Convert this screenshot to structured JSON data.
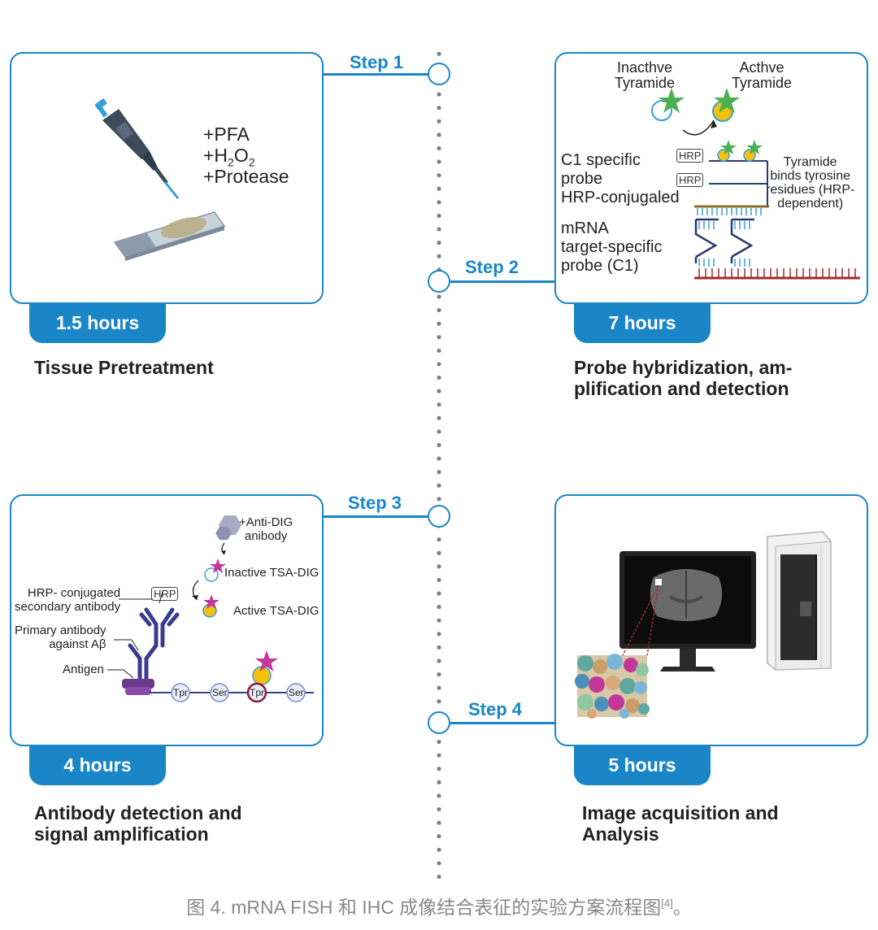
{
  "steps": [
    {
      "label": "Step 1",
      "duration": "1.5 hours",
      "title": "Tissue Pretreatment"
    },
    {
      "label": "Step 2",
      "duration": "7 hours",
      "title_line1": "Probe hybridization, am-",
      "title_line2": "plification and detection"
    },
    {
      "label": "Step 3",
      "duration": "4 hours",
      "title_line1": "Antibody detection and",
      "title_line2": "signal amplification"
    },
    {
      "label": "Step 4",
      "duration": "5 hours",
      "title_line1": "Image acquisition and",
      "title_line2": "Analysis"
    }
  ],
  "panel1": {
    "reagent1": "+PFA",
    "reagent2_pre": "+H",
    "reagent2_sub1": "2",
    "reagent2_mid": "O",
    "reagent2_sub2": "2",
    "reagent3": "+Protease"
  },
  "panel2": {
    "inactive_line1": "Inacthve",
    "inactive_line2": "Tyramide",
    "active_line1": "Acthve",
    "active_line2": "Tyramide",
    "hrp": "HRP",
    "probe_line1": "C1 specific",
    "probe_line2": "probe",
    "probe_line3": "HRP-conjugaled",
    "mrna_line1": "mRNA",
    "mrna_line2": "target-specific",
    "mrna_line3": "probe (C1)",
    "bind_line1": "Tyramide",
    "bind_line2": "binds tyrosine",
    "bind_line3": "residues (HRP-",
    "bind_line4": "dependent)"
  },
  "panel3": {
    "anti_dig_line1": "+Anti-DIG",
    "anti_dig_line2": "anibody",
    "inactive_tsa": "Inactive TSA-DIG",
    "active_tsa": "Active TSA-DIG",
    "hrp": "HRP",
    "secondary_line1": "HRP- conjugated",
    "secondary_line2": "secondary antibody",
    "primary_line1": "Primary antibody",
    "primary_line2": "against Aβ",
    "antigen": "Antigen",
    "residues": [
      "Tpr",
      "Ser",
      "Tpr",
      "Ser"
    ]
  },
  "caption": {
    "text": "图 4. mRNA FISH 和 IHC 成像结合表征的实验方案流程图",
    "ref": "[4]",
    "end": "。"
  },
  "colors": {
    "accent": "#1a86c7",
    "star_green": "#4caf50",
    "tyramide_yellow": "#f4c20d",
    "magenta": "#c2379a",
    "antibody": "#3b3b8f",
    "mrna_red": "#a12b2b",
    "timeline": "#7d7d7d"
  }
}
